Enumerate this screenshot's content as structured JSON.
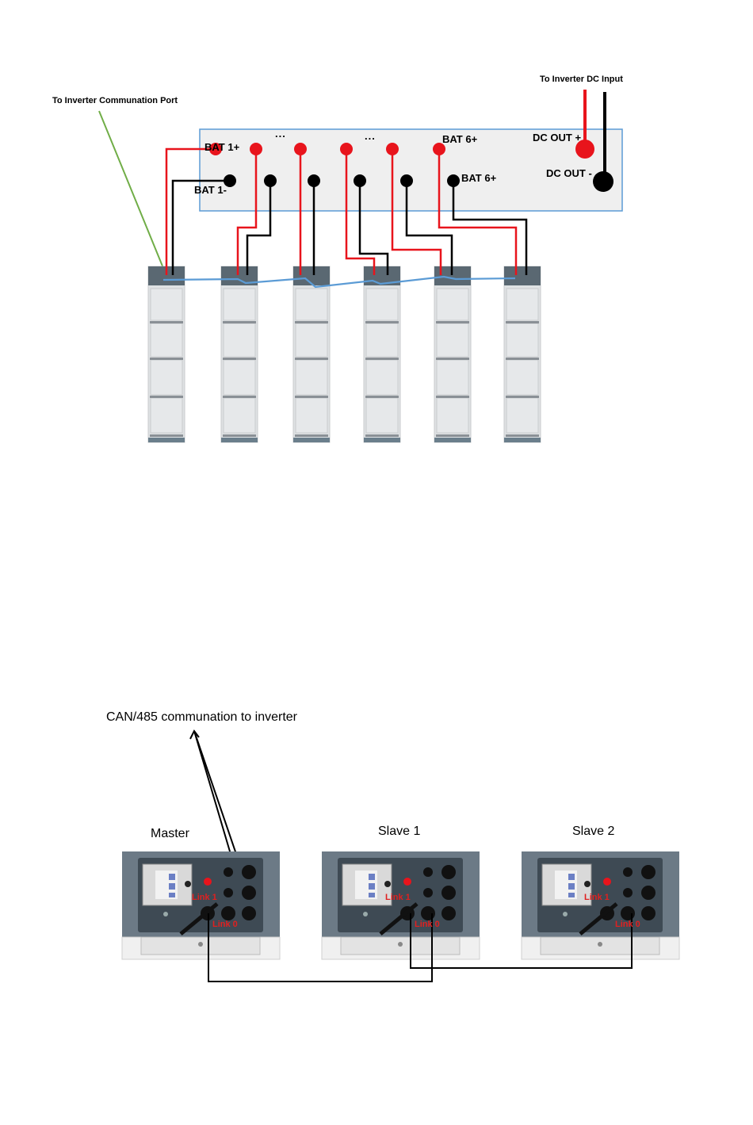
{
  "top_diagram": {
    "inverter_comm_label": "To Inverter Communation Port",
    "inverter_dc_label": "To Inverter DC Input",
    "bat1_plus": "BAT 1+",
    "bat1_minus": "BAT 1-",
    "bat6_plus_red": "BAT 6+",
    "bat6_plus_black": "BAT 6+",
    "dc_out_plus": "DC OUT +",
    "dc_out_minus": "DC OUT -",
    "ellipsis_1": "...",
    "ellipsis_2": "...",
    "battery_count": 6,
    "colors": {
      "positive": "#e8141c",
      "negative": "#000000",
      "comm": "#5b9bd5",
      "comm_inverter": "#70ad47"
    }
  },
  "bottom_diagram": {
    "comm_label": "CAN/485 communation to inverter",
    "units": [
      {
        "name": "Master",
        "link_in": "Link 1",
        "link_out": "Link 0"
      },
      {
        "name": "Slave 1",
        "link_in": "Link 1",
        "link_out": "Link 0"
      },
      {
        "name": "Slave 2",
        "link_in": "Link 1",
        "link_out": "Link 0"
      }
    ]
  }
}
